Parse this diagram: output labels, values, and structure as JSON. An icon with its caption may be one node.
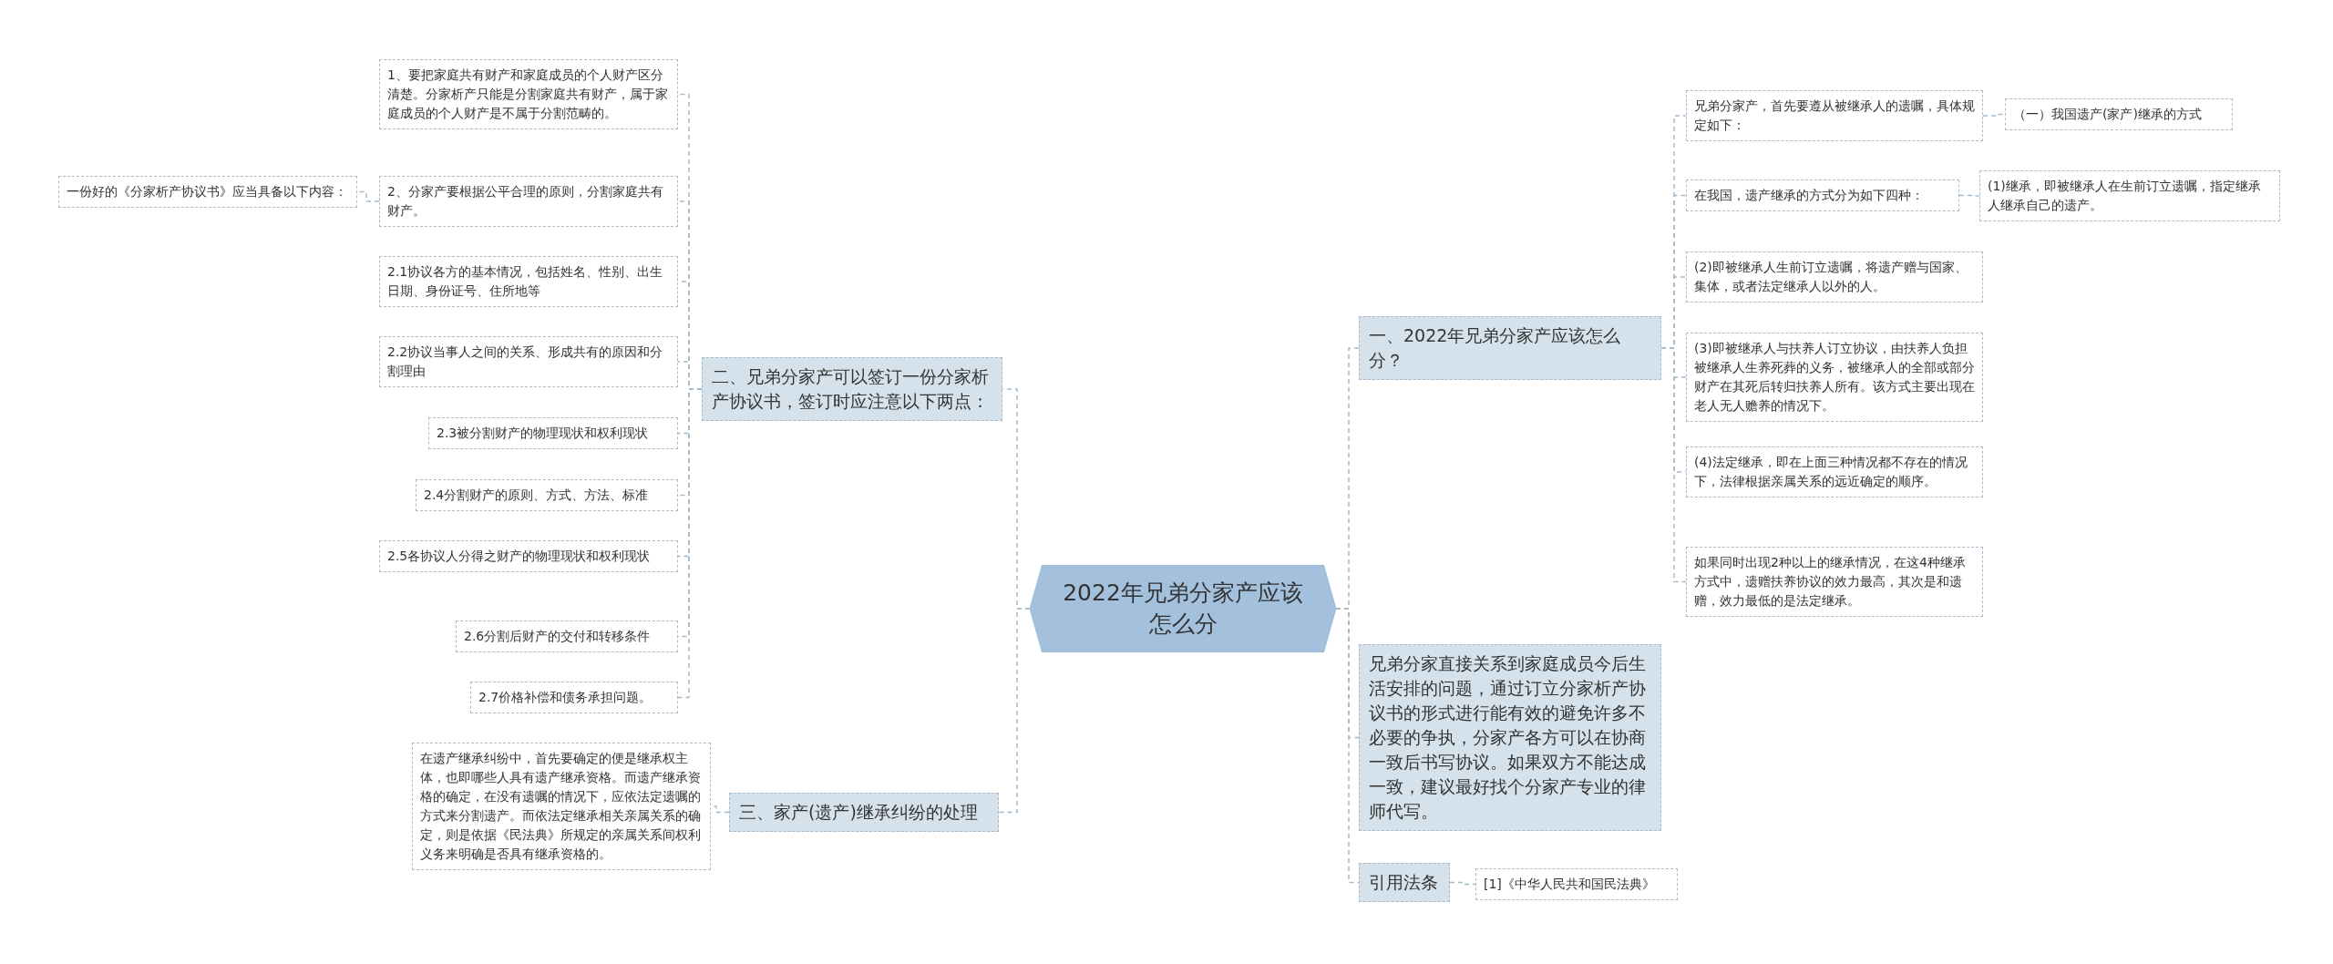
{
  "diagram": {
    "nodes": [
      {
        "text": [
          "2022年兄弟分家产应该怎么分"
        ]
      },
      {
        "text": [
          "二、兄弟分家产可以签订一份分家析产协议书，签订时应注意以下两点："
        ]
      },
      {
        "text": [
          "1、要把家庭共有财产和家庭成员的个人财产区分清楚。分家析产只能是分割家庭共有财产，属于家庭成员的个人财产是不属于分割范畴的。"
        ]
      },
      {
        "text": [
          "2、分家产要根据公平合理的原则，分割家庭共有财产。"
        ]
      },
      {
        "text": [
          "2.1协议各方的基本情况，包括姓名、性别、出生日期、身份证号、住所地等"
        ]
      },
      {
        "text": [
          "2.2协议当事人之间的关系、形成共有的原因和分割理由"
        ]
      },
      {
        "text": [
          "2.3被分割财产的物理现状和权利现状"
        ]
      },
      {
        "text": [
          "2.4分割财产的原则、方式、方法、标准"
        ]
      },
      {
        "text": [
          "2.5各协议人分得之财产的物理现状和权利现状"
        ]
      },
      {
        "text": [
          "2.6分割后财产的交付和转移条件"
        ]
      },
      {
        "text": [
          "2.7价格补偿和债务承担问题。"
        ]
      },
      {
        "text": [
          "一份好的《分家析产协议书》应当具备以下内容："
        ]
      },
      {
        "text": [
          "三、家产(遗产)继承纠纷的处理"
        ]
      },
      {
        "text": [
          "在遗产继承纠纷中，首先要确定的便是继承权主体，也即哪些人具有遗产继承资格。而遗产继承资格的确定，在没有遗嘱的情况下，应依法定遗嘱的方式来分割遗产。而依法定继承相关亲属关系的确定，则是依据《民法典》所规定的亲属关系间权利义务来明确是否具有继承资格的。"
        ]
      },
      {
        "text": [
          "一、2022年兄弟分家产应该怎么分？"
        ]
      },
      {
        "text": [
          "兄弟分家产，首先要遵从被继承人的遗嘱，具体规定如下："
        ]
      },
      {
        "text": [
          "（一）我国遗产(家产)继承的方式"
        ]
      },
      {
        "text": [
          "在我国，遗产继承的方式分为如下四种："
        ]
      },
      {
        "text": [
          "(1)继承，即被继承人在生前订立遗嘱，指定继承人继承自己的遗产。"
        ]
      },
      {
        "text": [
          "(2)即被继承人生前订立遗嘱，将遗产赠与国家、集体，或者法定继承人以外的人。"
        ]
      },
      {
        "text": [
          "(3)即被继承人与扶养人订立协议，由扶养人负担被继承人生养死葬的义务，被继承人的全部或部分财产在其死后转归扶养人所有。该方式主要出现在老人无人赡养的情况下。"
        ]
      },
      {
        "text": [
          "(4)法定继承，即在上面三种情况都不存在的情况下，法律根据亲属关系的远近确定的顺序。"
        ]
      },
      {
        "text": [
          "如果同时出现2种以上的继承情况，在这4种继承方式中，遗赠扶养协议的效力最高，其次是和遗赠，效力最低的是法定继承。"
        ]
      },
      {
        "text": [
          "兄弟分家直接关系到家庭成员今后生活安排的问题，通过订立分家析产协议书的形式进行能有效的避免许多不必要的争执，分家产各方可以在协商一致后书写协议。如果双方不能达成一致，建议最好找个分家产专业的律师代写。"
        ]
      },
      {
        "text": [
          "引用法条"
        ]
      },
      {
        "text": [
          "[1]《中华人民共和国民法典》"
        ]
      }
    ],
    "edges": [
      {
        "from": 0,
        "to": 1,
        "arrow": "none"
      },
      {
        "from": 1,
        "to": 2,
        "arrow": "none"
      },
      {
        "from": 1,
        "to": 3,
        "arrow": "none"
      },
      {
        "from": 1,
        "to": 4,
        "arrow": "none"
      },
      {
        "from": 1,
        "to": 5,
        "arrow": "none"
      },
      {
        "from": 1,
        "to": 6,
        "arrow": "none"
      },
      {
        "from": 1,
        "to": 7,
        "arrow": "none"
      },
      {
        "from": 1,
        "to": 8,
        "arrow": "none"
      },
      {
        "from": 1,
        "to": 9,
        "arrow": "none"
      },
      {
        "from": 1,
        "to": 10,
        "arrow": "none"
      },
      {
        "from": 3,
        "to": 11,
        "arrow": "none"
      },
      {
        "from": 0,
        "to": 12,
        "arrow": "none"
      },
      {
        "from": 12,
        "to": 13,
        "arrow": "none"
      },
      {
        "from": 0,
        "to": 14,
        "arrow": "none"
      },
      {
        "from": 14,
        "to": 15,
        "arrow": "none"
      },
      {
        "from": 15,
        "to": 16,
        "arrow": "none"
      },
      {
        "from": 14,
        "to": 17,
        "arrow": "none"
      },
      {
        "from": 17,
        "to": 18,
        "arrow": "none"
      },
      {
        "from": 14,
        "to": 19,
        "arrow": "none"
      },
      {
        "from": 14,
        "to": 20,
        "arrow": "none"
      },
      {
        "from": 14,
        "to": 21,
        "arrow": "none"
      },
      {
        "from": 14,
        "to": 22,
        "arrow": "none"
      },
      {
        "from": 0,
        "to": 23,
        "arrow": "none"
      },
      {
        "from": 0,
        "to": 24,
        "arrow": "none"
      },
      {
        "from": 24,
        "to": 25,
        "arrow": "none"
      }
    ]
  }
}
